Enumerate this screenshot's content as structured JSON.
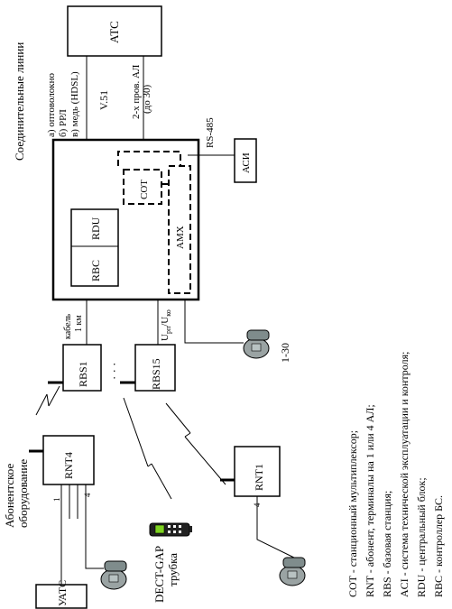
{
  "nodes": {
    "atc": "АТС",
    "aci": "АСИ",
    "rdu": "RDU",
    "rbc": "RBC",
    "amx": "AMX",
    "cot": "COT",
    "rbs1": "RBS1",
    "rbs15": "RBS15",
    "rnt4": "RNT4",
    "rnt1": "RNT1",
    "uatc": "УАТС"
  },
  "labels": {
    "trunk_title": "Соединительные линии",
    "trunk_a": "а) оптоволокно",
    "trunk_b": "б) РРЛ",
    "trunk_c": "в) медь (HDSL)",
    "v51": "V.51",
    "analog_1": "2-х пров. АЛ",
    "analog_2": "(до 30)",
    "rs485": "RS-485",
    "cable_1": "кабель",
    "cable_2": "1 км",
    "u_label": "U",
    "u_sub1": "рп",
    "u_sep": "/U",
    "u_sub2": "ко",
    "range": "1-30",
    "dots": "· · ·",
    "subscriber_1": "Абонентское",
    "subscriber_2": "оборудование",
    "port_1": "1",
    "port_4a": "4",
    "port_4b": "4",
    "dect_1": "DECT-GAP",
    "dect_2": "трубка"
  },
  "legend": [
    "COT - станционный мультиплексор;",
    "RNT - абонент, терминалы на 1 или 4 АЛ;",
    "RBS - базовая станция;",
    "ACI - система технической эксплуатации и контроля;",
    "RDU - центральный блок;",
    "RBC - контроллер БС."
  ]
}
